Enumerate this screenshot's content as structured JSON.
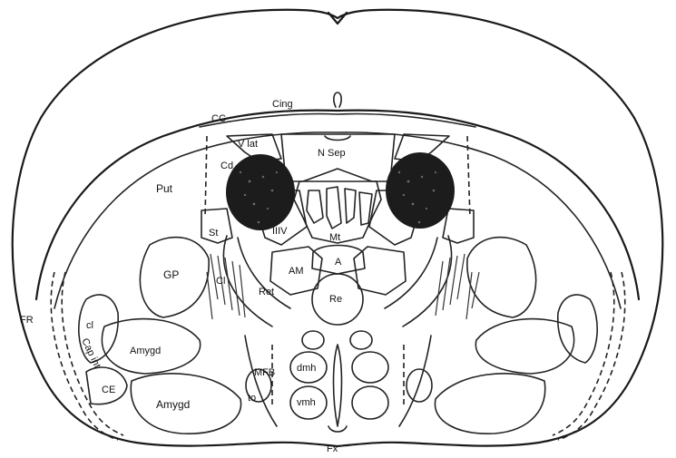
{
  "diagram": {
    "labels": {
      "cing": "Cing",
      "cc": "CC",
      "v_lat": "V lat",
      "n_sep": "N Sep",
      "cd": "Cd",
      "put": "Put",
      "st": "St",
      "iii_v": "IIIV",
      "mt": "Mt",
      "gp": "GP",
      "cl_int": "Cl",
      "am": "AM",
      "a": "A",
      "ret": "Ret",
      "re": "Re",
      "fr": "FR",
      "cl_ext": "cl",
      "caps_int": "Cap int",
      "amygd_top": "Amygd",
      "ce": "CE",
      "mfb": "MFB",
      "to": "to",
      "dmh": "dmh",
      "vmh": "vmh",
      "amygd_bottom": "Amygd",
      "fx": "Fx"
    },
    "lesion_color": "#1c1c1c"
  }
}
